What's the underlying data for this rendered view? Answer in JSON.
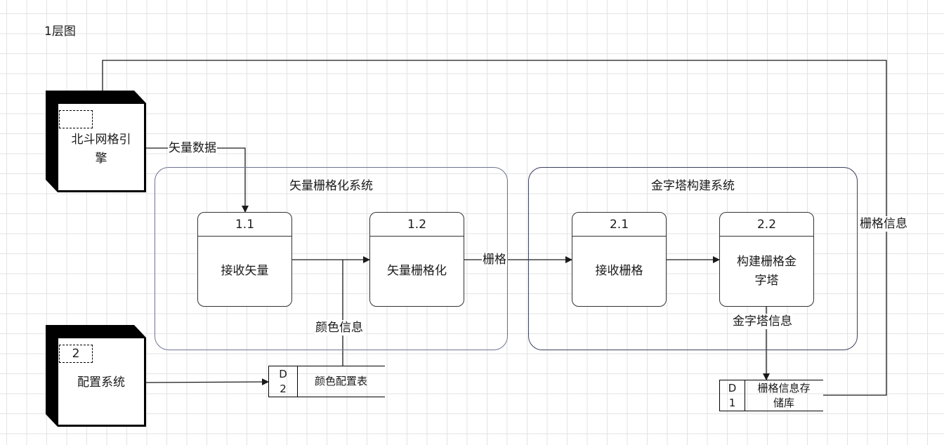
{
  "diagram": {
    "title": "1层图",
    "external_entities": [
      {
        "id": "",
        "name_lines": [
          "北斗网格引",
          "擎"
        ]
      },
      {
        "id": "2",
        "name_lines": [
          "配置系统"
        ]
      }
    ],
    "subsystems": [
      {
        "title": "矢量栅格化系统"
      },
      {
        "title": "金字塔构建系统"
      }
    ],
    "processes": [
      {
        "id": "1.1",
        "name": "接收矢量"
      },
      {
        "id": "1.2",
        "name": "矢量栅格化"
      },
      {
        "id": "2.1",
        "name": "接收栅格"
      },
      {
        "id": "2.2",
        "name_lines": [
          "构建栅格金",
          "字塔"
        ]
      }
    ],
    "data_stores": [
      {
        "id_lines": [
          "D",
          "2"
        ],
        "name_lines": [
          "颜色配置表"
        ]
      },
      {
        "id_lines": [
          "D",
          "1"
        ],
        "name_lines": [
          "栅格信息存",
          "储库"
        ]
      }
    ],
    "flows": [
      {
        "label": "矢量数据",
        "from": "北斗网格引擎",
        "to": "1.1"
      },
      {
        "label": "",
        "from": "1.1",
        "to": "1.2"
      },
      {
        "label": "颜色信息",
        "from": "颜色配置表",
        "to": "1.2"
      },
      {
        "label": "栅格",
        "from": "1.2",
        "to": "2.1"
      },
      {
        "label": "",
        "from": "2.1",
        "to": "2.2"
      },
      {
        "label": "金字塔信息",
        "from": "2.2",
        "to": "栅格信息存储库"
      },
      {
        "label": "栅格信息",
        "from": "栅格信息存储库",
        "to": "北斗网格引擎"
      },
      {
        "label": "",
        "from": "配置系统",
        "to": "颜色配置表"
      }
    ]
  }
}
